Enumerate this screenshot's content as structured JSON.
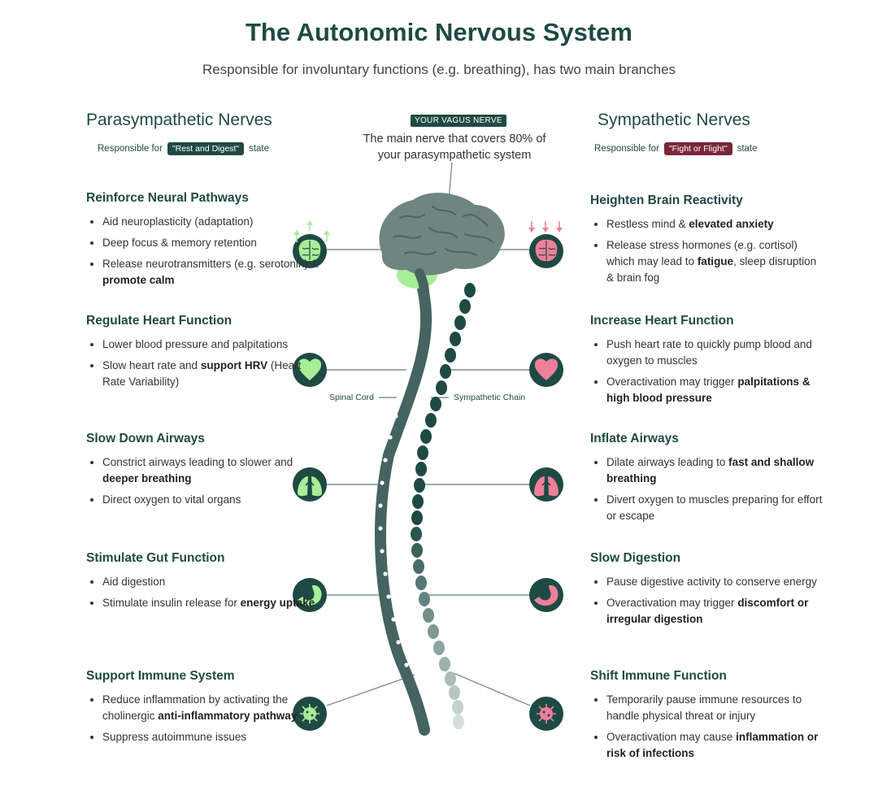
{
  "title": "The Autonomic Nervous System",
  "subtitle": "Responsible for involuntary functions (e.g. breathing), has two main branches",
  "vagus": {
    "badge": "YOUR VAGUS NERVE",
    "description": "The main nerve that covers 80% of your parasympathetic system"
  },
  "labels": {
    "spinal_cord": "Spinal  Cord",
    "sympathetic_chain": "Sympathetic Chain"
  },
  "colors": {
    "dark_teal": "#1f4a44",
    "brain_gray": "#6e8580",
    "para_green": "#a8ed98",
    "symp_pink": "#f07f9a",
    "maroon": "#7a2638"
  },
  "parasympathetic": {
    "title": "Parasympathetic Nerves",
    "responsible_prefix": "Responsible for",
    "state_badge": "\"Rest and Digest\"",
    "responsible_suffix": "state",
    "sections": [
      {
        "heading": "Reinforce Neural Pathways",
        "icon": "brain-icon",
        "items": [
          {
            "pre": "Aid neuroplasticity (adaptation)",
            "bold": "",
            "post": ""
          },
          {
            "pre": "Deep focus & memory retention",
            "bold": "",
            "post": ""
          },
          {
            "pre": "Release neurotransmitters (e.g. serotonin) & ",
            "bold": "promote calm",
            "post": ""
          }
        ]
      },
      {
        "heading": "Regulate Heart Function",
        "icon": "heart-icon",
        "items": [
          {
            "pre": "Lower blood pressure and palpitations",
            "bold": "",
            "post": ""
          },
          {
            "pre": "Slow heart rate and ",
            "bold": "support HRV",
            "post": " (Heart Rate Variability)"
          }
        ]
      },
      {
        "heading": "Slow Down Airways",
        "icon": "lungs-icon",
        "items": [
          {
            "pre": "Constrict airways leading to slower and ",
            "bold": "deeper breathing",
            "post": ""
          },
          {
            "pre": "Direct oxygen to vital organs",
            "bold": "",
            "post": ""
          }
        ]
      },
      {
        "heading": "Stimulate Gut Function",
        "icon": "stomach-icon",
        "items": [
          {
            "pre": "Aid digestion",
            "bold": "",
            "post": ""
          },
          {
            "pre": "Stimulate insulin release for ",
            "bold": "energy uptake",
            "post": ""
          }
        ]
      },
      {
        "heading": "Support Immune System",
        "icon": "virus-icon",
        "items": [
          {
            "pre": "Reduce inflammation by activating the cholinergic ",
            "bold": "anti-inflammatory pathway",
            "post": ""
          },
          {
            "pre": "Suppress autoimmune issues",
            "bold": "",
            "post": ""
          }
        ]
      }
    ]
  },
  "sympathetic": {
    "title": "Sympathetic Nerves",
    "responsible_prefix": "Responsible for",
    "state_badge": "\"Fight or Flight\"",
    "responsible_suffix": "state",
    "sections": [
      {
        "heading": "Heighten Brain Reactivity",
        "icon": "brain-icon",
        "items": [
          {
            "pre": "Restless mind & ",
            "bold": "elevated anxiety",
            "post": ""
          },
          {
            "pre": "Release stress hormones (e.g. cortisol) which may lead to ",
            "bold": "fatigue",
            "post": ", sleep disruption & brain fog"
          }
        ]
      },
      {
        "heading": "Increase Heart Function",
        "icon": "heart-icon",
        "items": [
          {
            "pre": "Push heart rate to quickly pump blood and oxygen to muscles",
            "bold": "",
            "post": ""
          },
          {
            "pre": "Overactivation may trigger ",
            "bold": "palpitations & high blood pressure",
            "post": ""
          }
        ]
      },
      {
        "heading": "Inflate Airways",
        "icon": "lungs-icon",
        "items": [
          {
            "pre": "Dilate airways leading to ",
            "bold": "fast and shallow breathing",
            "post": ""
          },
          {
            "pre": "Divert oxygen to muscles preparing for effort or escape",
            "bold": "",
            "post": ""
          }
        ]
      },
      {
        "heading": "Slow Digestion",
        "icon": "stomach-icon",
        "items": [
          {
            "pre": "Pause digestive activity to conserve energy",
            "bold": "",
            "post": ""
          },
          {
            "pre": "Overactivation may trigger ",
            "bold": "discomfort or irregular digestion",
            "post": ""
          }
        ]
      },
      {
        "heading": "Shift Immune Function",
        "icon": "virus-icon",
        "items": [
          {
            "pre": "Temporarily pause immune resources to handle physical threat or injury",
            "bold": "",
            "post": ""
          },
          {
            "pre": "Overactivation may cause ",
            "bold": "inflammation or risk of infections",
            "post": ""
          }
        ]
      }
    ]
  }
}
